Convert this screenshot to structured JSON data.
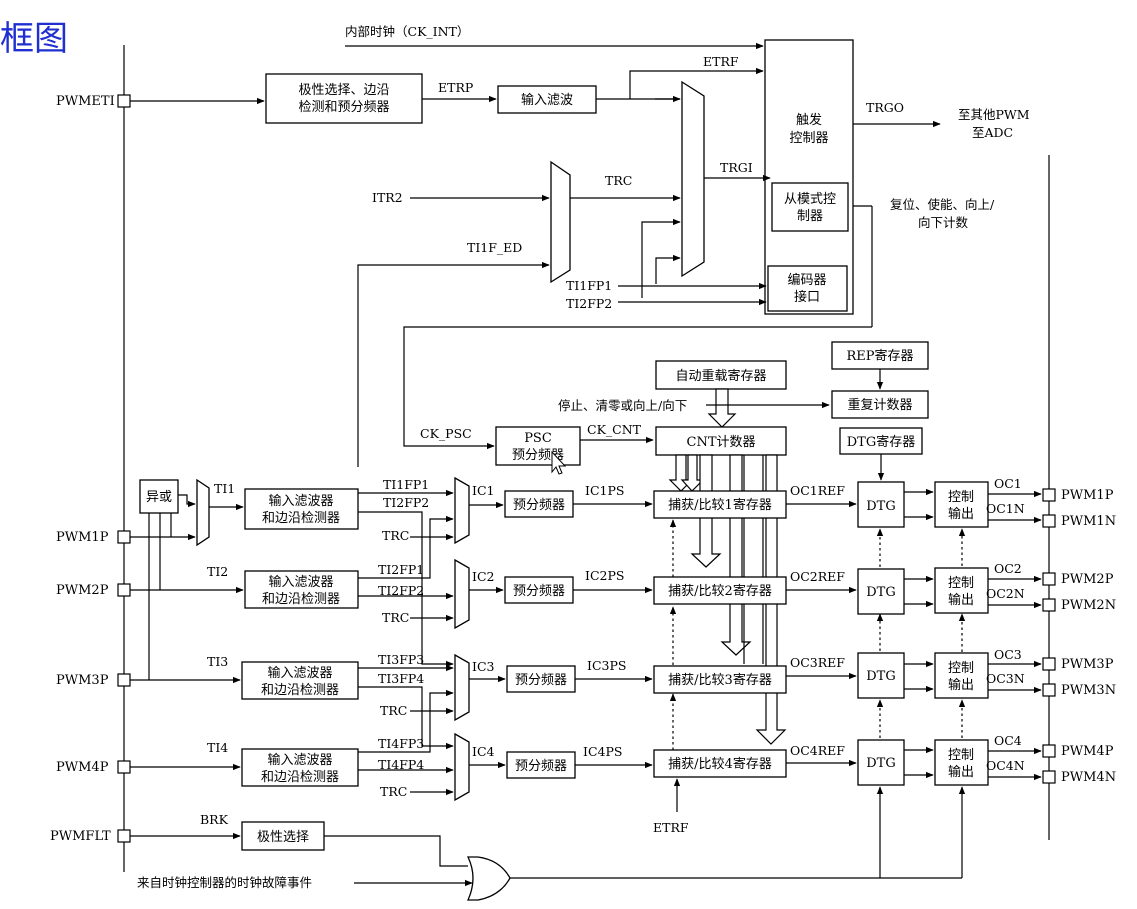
{
  "title": "框图",
  "pins": {
    "pwmeti": "PWMETI",
    "pwm1p_in": "PWM1P",
    "pwm2p_in": "PWM2P",
    "pwm3p_in": "PWM3P",
    "pwm4p_in": "PWM4P",
    "pwmflt": "PWMFLT",
    "pwm1p": "PWM1P",
    "pwm1n": "PWM1N",
    "pwm2p": "PWM2P",
    "pwm2n": "PWM2N",
    "pwm3p": "PWM3P",
    "pwm3n": "PWM3N",
    "pwm4p": "PWM4P",
    "pwm4n": "PWM4N"
  },
  "blocks": {
    "polarity_edge_1": "极性选择、边沿",
    "polarity_edge_2": "检测和预分频器",
    "input_filter": "输入滤波",
    "trigger_1": "触发",
    "trigger_2": "控制器",
    "slave_mode_1": "从模式控",
    "slave_mode_2": "制器",
    "encoder_1": "编码器",
    "encoder_2": "接口",
    "xor": "异或",
    "filter_edge_1": "输入滤波器",
    "filter_edge_2": "和边沿检测器",
    "prescaler": "预分频器",
    "psc_1": "PSC",
    "psc_2": "预分频器",
    "auto_reload": "自动重载寄存器",
    "rep_reg": "REP寄存器",
    "rep_counter": "重复计数器",
    "cnt": "CNT计数器",
    "dtg_reg": "DTG寄存器",
    "cc1": "捕获/比较1寄存器",
    "cc2": "捕获/比较2寄存器",
    "cc3": "捕获/比较3寄存器",
    "cc4": "捕获/比较4寄存器",
    "dtg": "DTG",
    "ctrl_out_1": "控制",
    "ctrl_out_2": "输出",
    "polarity": "极性选择"
  },
  "signals": {
    "ck_int": "内部时钟（CK_INT）",
    "etrf": "ETRF",
    "etrp": "ETRP",
    "trgo": "TRGO",
    "to_pwm_1": "至其他PWM",
    "to_pwm_2": "至ADC",
    "trgi": "TRGI",
    "trc": "TRC",
    "itr2": "ITR2",
    "ti1f_ed": "TI1F_ED",
    "ti1fp1": "TI1FP1",
    "ti2fp2": "TI2FP2",
    "reset_1": "复位、使能、向上/",
    "reset_2": "向下计数",
    "ck_psc": "CK_PSC",
    "ck_cnt": "CK_CNT",
    "stop_clear": "停止、清零或向上/向下",
    "ti1": "TI1",
    "ti2": "TI2",
    "ti3": "TI3",
    "ti4": "TI4",
    "ti2fp1": "TI2FP1",
    "ti3fp3": "TI3FP3",
    "ti3fp4": "TI3FP4",
    "ti4fp3": "TI4FP3",
    "ti4fp4": "TI4FP4",
    "ic1": "IC1",
    "ic2": "IC2",
    "ic3": "IC3",
    "ic4": "IC4",
    "ic1ps": "IC1PS",
    "ic2ps": "IC2PS",
    "ic3ps": "IC3PS",
    "ic4ps": "IC4PS",
    "oc1ref": "OC1REF",
    "oc2ref": "OC2REF",
    "oc3ref": "OC3REF",
    "oc4ref": "OC4REF",
    "oc1": "OC1",
    "oc1n": "OC1N",
    "oc2": "OC2",
    "oc2n": "OC2N",
    "oc3": "OC3",
    "oc3n": "OC3N",
    "oc4": "OC4",
    "oc4n": "OC4N",
    "brk": "BRK",
    "clock_fault": "来自时钟控制器的时钟故障事件"
  }
}
